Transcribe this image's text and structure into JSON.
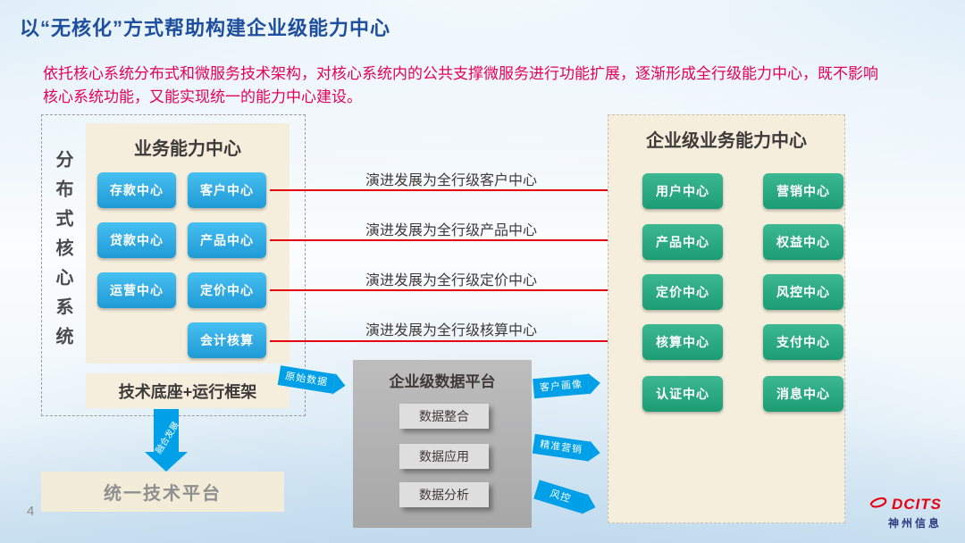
{
  "page": {
    "title": "以“无核化”方式帮助构建企业级能力中心",
    "subtitle": "依托核心系统分布式和微服务技术架构，对核心系统内的公共支撑微服务进行功能扩展，逐渐形成全行级能力中心，既不影响核心系统功能，又能实现统一的能力中心建设。",
    "page_number": "4"
  },
  "left_panel": {
    "side_label": "分布式核心系统",
    "header": "业务能力中心",
    "centers": [
      "存款中心",
      "客户中心",
      "贷款中心",
      "产品中心",
      "运营中心",
      "定价中心",
      "会计核算"
    ],
    "tech_base": "技术底座+运行框架"
  },
  "evolution_arrows": {
    "labels": [
      "演进发展为全行级客户中心",
      "演进发展为全行级产品中心",
      "演进发展为全行级定价中心",
      "演进发展为全行级核算中心"
    ]
  },
  "right_panel": {
    "header": "企业级业务能力中心",
    "centers": [
      "用户中心",
      "营销中心",
      "产品中心",
      "权益中心",
      "定价中心",
      "风控中心",
      "核算中心",
      "支付中心",
      "认证中心",
      "消息中心"
    ]
  },
  "data_platform": {
    "header": "企业级数据平台",
    "items": [
      "数据整合",
      "数据应用",
      "数据分析"
    ]
  },
  "flow_arrows": {
    "raw_data": "原始数据",
    "customer_profile": "客户画像",
    "precision_marketing": "精准营销",
    "risk_control": "风控",
    "fusion": "融合发展"
  },
  "bottom": {
    "unified_platform": "统一技术平台"
  },
  "logo": {
    "brand": "DCITS",
    "company": "神州信息"
  },
  "colors": {
    "title_blue": "#1e4e9e",
    "subtitle_red": "#e5005a",
    "blue_button": "#29a8e0",
    "green_button": "#28a383",
    "flow_blue": "#00a0e9",
    "arrow_red": "#e60012",
    "panel_cream": "#f5eedd",
    "platform_gray": "#b3b3b4"
  }
}
